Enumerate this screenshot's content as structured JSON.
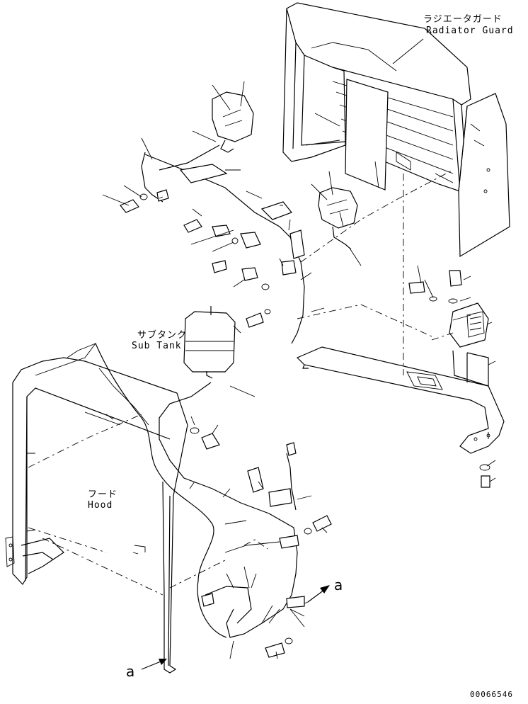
{
  "labels": {
    "radiator_guard_jp": "ラジエータガード",
    "radiator_guard_en": "Radiator Guard",
    "sub_tank_jp": "サブタンク",
    "sub_tank_en": "Sub Tank",
    "hood_jp": "フード",
    "hood_en": "Hood",
    "ref_a_top": "a",
    "ref_a_bottom": "a",
    "drawing_number": "00066546"
  }
}
